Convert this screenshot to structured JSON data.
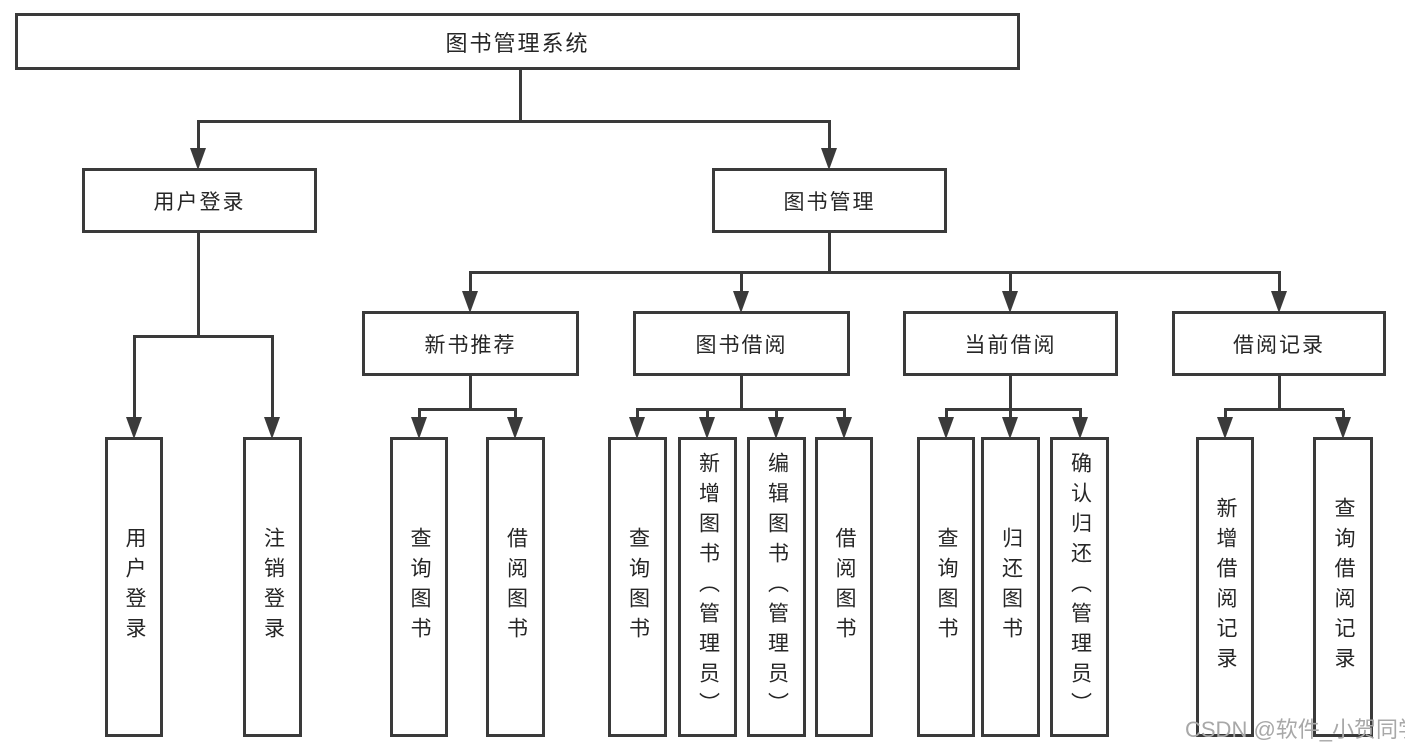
{
  "diagram_type": "hierarchy-tree",
  "tree": {
    "root": {
      "label": "图书管理系统"
    },
    "children": [
      {
        "label": "用户登录",
        "children": [
          {
            "label": "用户登录"
          },
          {
            "label": "注销登录"
          }
        ]
      },
      {
        "label": "图书管理",
        "children": [
          {
            "label": "新书推荐",
            "children": [
              {
                "label": "查询图书"
              },
              {
                "label": "借阅图书"
              }
            ]
          },
          {
            "label": "图书借阅",
            "children": [
              {
                "label": "查询图书"
              },
              {
                "label": "新增图书（管理员）"
              },
              {
                "label": "编辑图书（管理员）"
              },
              {
                "label": "借阅图书"
              }
            ]
          },
          {
            "label": "当前借阅",
            "children": [
              {
                "label": "查询图书"
              },
              {
                "label": "归还图书"
              },
              {
                "label": "确认归还（管理员）"
              }
            ]
          },
          {
            "label": "借阅记录",
            "children": [
              {
                "label": "新增借阅记录"
              },
              {
                "label": "查询借阅记录"
              }
            ]
          }
        ]
      }
    ]
  },
  "watermark": {
    "text": "CSDN @软件_小贺同学"
  },
  "colors": {
    "line": "#3a3a3a",
    "text": "#262626",
    "watermark": "#a8a8a8",
    "bg": "#ffffff"
  }
}
